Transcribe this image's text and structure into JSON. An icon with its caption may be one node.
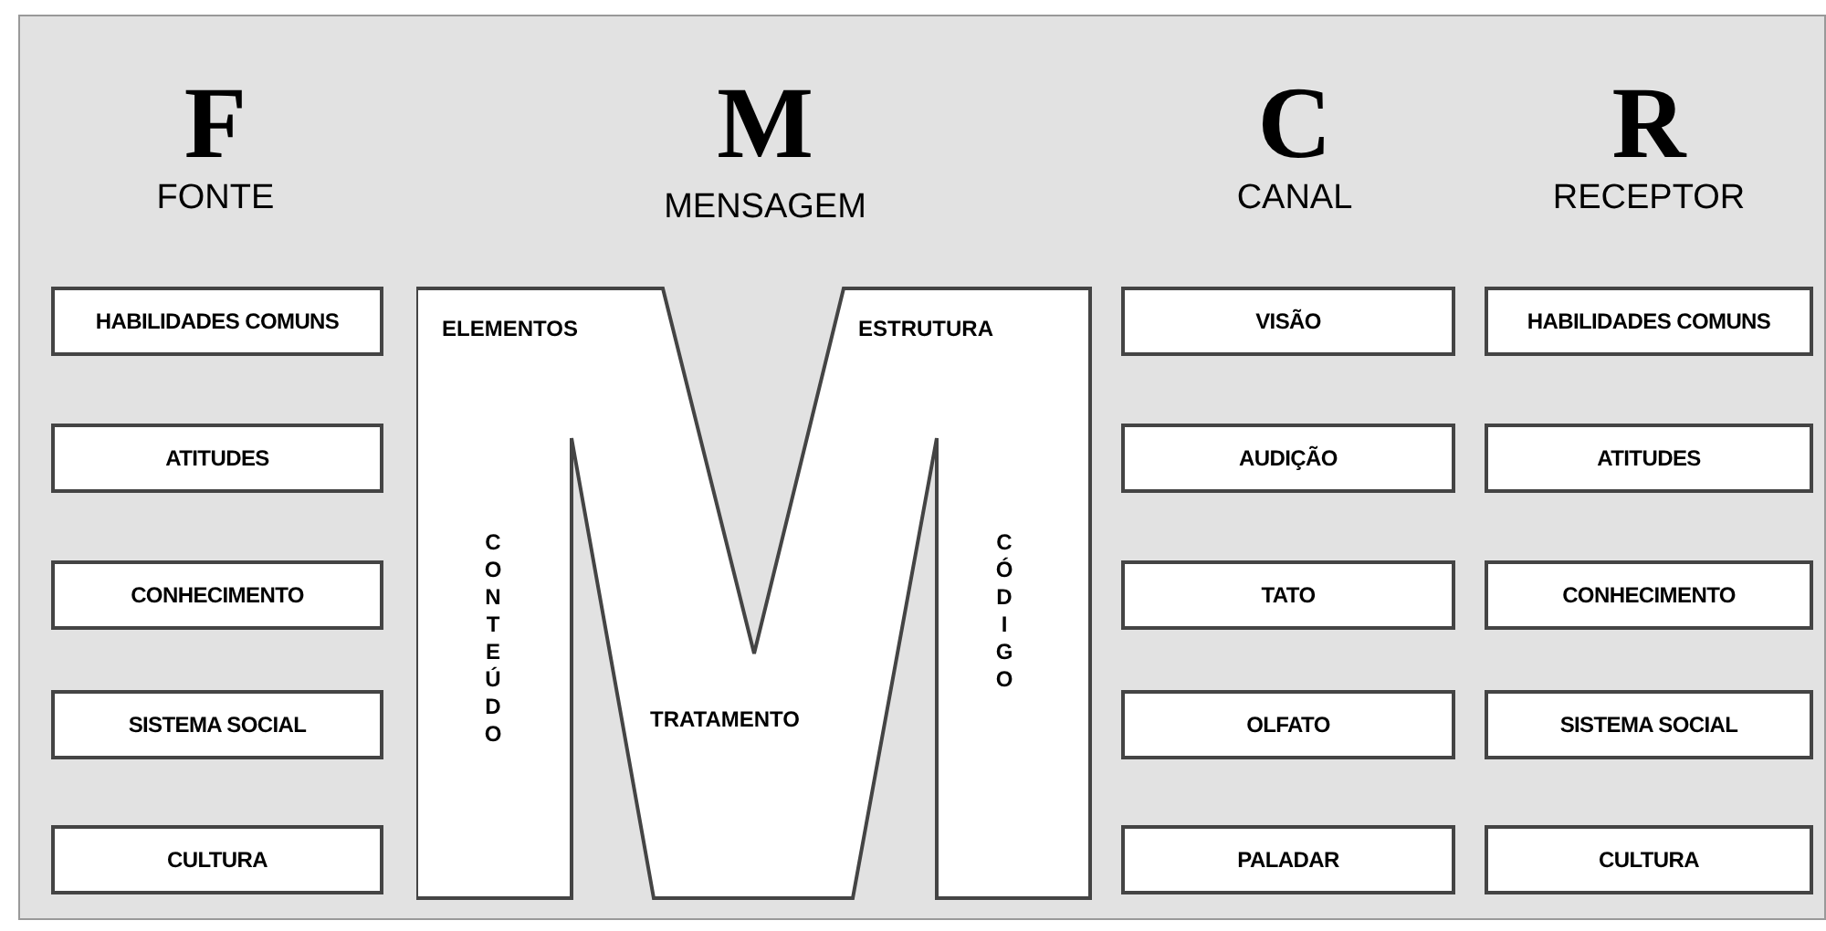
{
  "diagram": {
    "nodes": [
      {
        "text": [
          "HABILIDADES COMUNS"
        ]
      },
      {
        "text": [
          "ATITUDES"
        ]
      },
      {
        "text": [
          "CONHECIMENTO"
        ]
      },
      {
        "text": [
          "SISTEMA SOCIAL"
        ]
      },
      {
        "text": [
          "CULTURA"
        ]
      },
      {
        "text": [
          "ELEMENTOS",
          "ESTRUTURA",
          "CONTEÚDO",
          "TRATAMENTO",
          "CÓDIGO"
        ]
      },
      {
        "text": [
          "VISÃO"
        ]
      },
      {
        "text": [
          "AUDIÇÃO"
        ]
      },
      {
        "text": [
          "TATO"
        ]
      },
      {
        "text": [
          "OLFATO"
        ]
      },
      {
        "text": [
          "PALADAR"
        ]
      },
      {
        "text": [
          "HABILIDADES COMUNS"
        ]
      },
      {
        "text": [
          "ATITUDES"
        ]
      },
      {
        "text": [
          "CONHECIMENTO"
        ]
      },
      {
        "text": [
          "SISTEMA SOCIAL"
        ]
      },
      {
        "text": [
          "CULTURA"
        ]
      }
    ],
    "edges": [],
    "labels": [
      "F",
      "FONTE",
      "M",
      "MENSAGEM",
      "C",
      "CANAL",
      "R",
      "RECEPTOR"
    ]
  }
}
